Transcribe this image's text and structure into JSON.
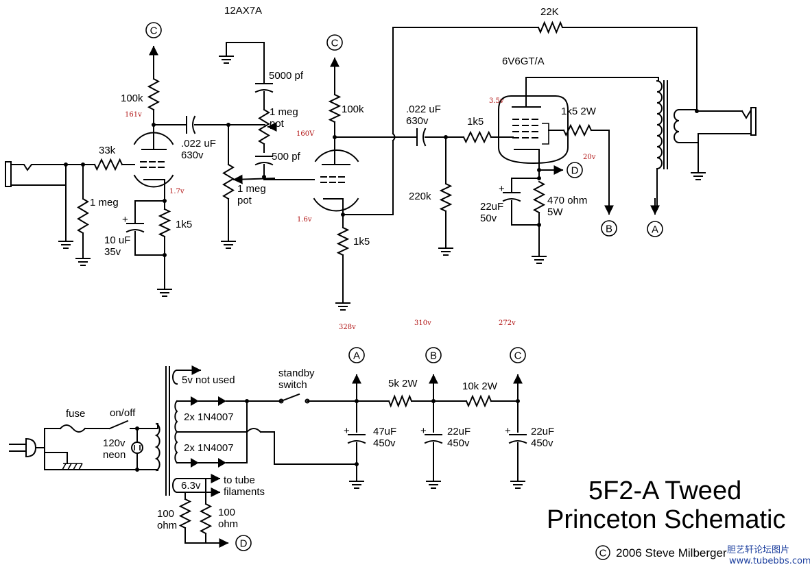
{
  "title": {
    "line1": "5F2-A Tweed",
    "line2": "Princeton Schematic"
  },
  "copyright": "2006 Steve Milberger",
  "copyright_symbol": "C",
  "watermark": {
    "line1": "胆艺轩论坛图片",
    "line2": "www.tubebbs.com"
  },
  "tubes": {
    "preamp": "12AX7A",
    "power": "6V6GT/A"
  },
  "components": {
    "r_feedback": "22K",
    "c_pot_bright": "5000 pf",
    "pot_volume": "1 meg\npot",
    "c_pot_low": "500 pf",
    "pot_tone": "1 meg\npot",
    "r_plate1": "100k",
    "c_coupling1": ".022 uF\n630v",
    "r_grid_stop": "33k",
    "r_input": "1 meg",
    "r_cath1": "1k5",
    "c_cath1": "10 uF\n35v",
    "r_plate2": "100k",
    "r_cath2": "1k5",
    "c_coupling2": ".022 uF\n630v",
    "r_grid_stop2": "1k5",
    "r_grid_leak": "220k",
    "r_screen": "1k5 2W",
    "c_cath_power": "22uF\n50v",
    "r_cath_power": "470 ohm\n5W",
    "ps_5v": "5v not used",
    "diodes1": "2x 1N4007",
    "diodes2": "2x 1N4007",
    "fuse": "fuse",
    "switch_onoff": "on/off",
    "neon": "120v\nneon",
    "standby": "standby\nswitch",
    "r_ps1": "5k 2W",
    "r_ps2": "10k 2W",
    "c_ps_a": "47uF\n450v",
    "c_ps_b": "22uF\n450v",
    "c_ps_c": "22uF\n450v",
    "heater_v": "6.3v",
    "filaments": "to tube\nfilaments",
    "r_hum1": "100\nohm",
    "r_hum2": "100\nohm"
  },
  "voltages": {
    "v1_plate": "161v",
    "v1_cath": "1.7v",
    "v2_grid": "160V",
    "v2_cath": "1.6v",
    "v3_screen": "3.5v",
    "v3_cath": "20v",
    "ps_a": "328v",
    "ps_b": "310v",
    "ps_c": "272v"
  },
  "nodes": {
    "a": "A",
    "b": "B",
    "c": "C",
    "d": "D"
  }
}
